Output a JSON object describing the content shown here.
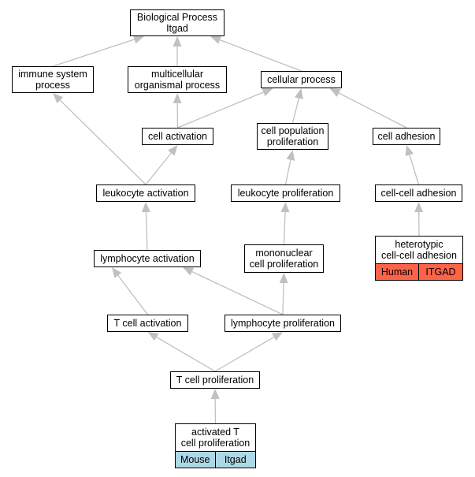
{
  "diagram": {
    "nodes": [
      {
        "id": "root",
        "label": "Biological Process\nItgad"
      },
      {
        "id": "immune",
        "label": "immune system\nprocess"
      },
      {
        "id": "multicellular",
        "label": "multicellular\norganismal process"
      },
      {
        "id": "cellular",
        "label": "cellular process"
      },
      {
        "id": "cellact",
        "label": "cell activation"
      },
      {
        "id": "cellpop",
        "label": "cell population\nproliferation"
      },
      {
        "id": "celladh",
        "label": "cell adhesion"
      },
      {
        "id": "leukact",
        "label": "leukocyte activation"
      },
      {
        "id": "leukprolif",
        "label": "leukocyte proliferation"
      },
      {
        "id": "cellcell",
        "label": "cell-cell adhesion"
      },
      {
        "id": "lymphact",
        "label": "lymphocyte activation"
      },
      {
        "id": "mononuc",
        "label": "mononuclear\ncell proliferation"
      },
      {
        "id": "hetero",
        "label": "heterotypic\ncell-cell adhesion"
      },
      {
        "id": "tcellact",
        "label": "T cell activation"
      },
      {
        "id": "lymphprolif",
        "label": "lymphocyte proliferation"
      },
      {
        "id": "tcellprolif",
        "label": "T cell proliferation"
      },
      {
        "id": "acttcell",
        "label": "activated T\ncell proliferation"
      }
    ],
    "edges": [
      [
        "immune",
        "root"
      ],
      [
        "multicellular",
        "root"
      ],
      [
        "cellular",
        "root"
      ],
      [
        "cellact",
        "multicellular"
      ],
      [
        "cellact",
        "cellular"
      ],
      [
        "cellpop",
        "cellular"
      ],
      [
        "celladh",
        "cellular"
      ],
      [
        "leukact",
        "immune"
      ],
      [
        "leukact",
        "cellact"
      ],
      [
        "leukprolif",
        "cellpop"
      ],
      [
        "cellcell",
        "celladh"
      ],
      [
        "lymphact",
        "leukact"
      ],
      [
        "mononuc",
        "leukprolif"
      ],
      [
        "hetero",
        "cellcell"
      ],
      [
        "tcellact",
        "lymphact"
      ],
      [
        "lymphprolif",
        "lymphact"
      ],
      [
        "lymphprolif",
        "mononuc"
      ],
      [
        "tcellprolif",
        "tcellact"
      ],
      [
        "tcellprolif",
        "lymphprolif"
      ],
      [
        "acttcell",
        "tcellprolif"
      ]
    ],
    "annotations": [
      {
        "node": "hetero",
        "cells": [
          "Human",
          "ITGAD"
        ],
        "color": "#ff6347"
      },
      {
        "node": "acttcell",
        "cells": [
          "Mouse",
          "Itgad"
        ],
        "color": "#add8e6"
      }
    ],
    "edge_color": "#c0c0c0"
  }
}
